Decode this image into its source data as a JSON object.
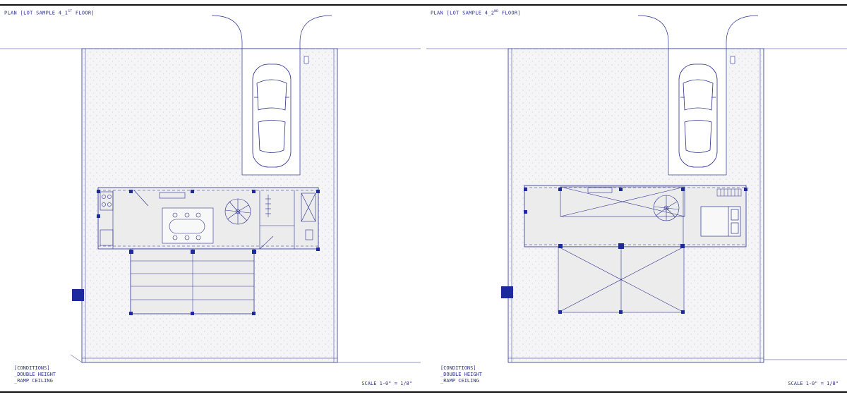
{
  "sheets": [
    {
      "title_prefix": "PLAN [LOT SAMPLE 4_1",
      "title_sup": "ST",
      "title_suffix": " FLOOR]",
      "conditions": [
        "[CONDITIONS]",
        "_DOUBLE HEIGHT",
        "_RAMP CEILING"
      ],
      "scale": "SCALE 1-0\" = 1/8\""
    },
    {
      "title_prefix": "PLAN [LOT SAMPLE 4_2",
      "title_sup": "ND",
      "title_suffix": " FLOOR]",
      "conditions": [
        "[CONDITIONS]",
        "_DOUBLE HEIGHT",
        "_RAMP CEILING"
      ],
      "scale": "SCALE 1-0\" = 1/8\""
    }
  ],
  "colors": {
    "ink": "#2a2f8f",
    "column": "#1c2a9e",
    "floor": "#ededed",
    "lot_fill": "#f4f4f6",
    "dots": "#b9bcd6"
  }
}
